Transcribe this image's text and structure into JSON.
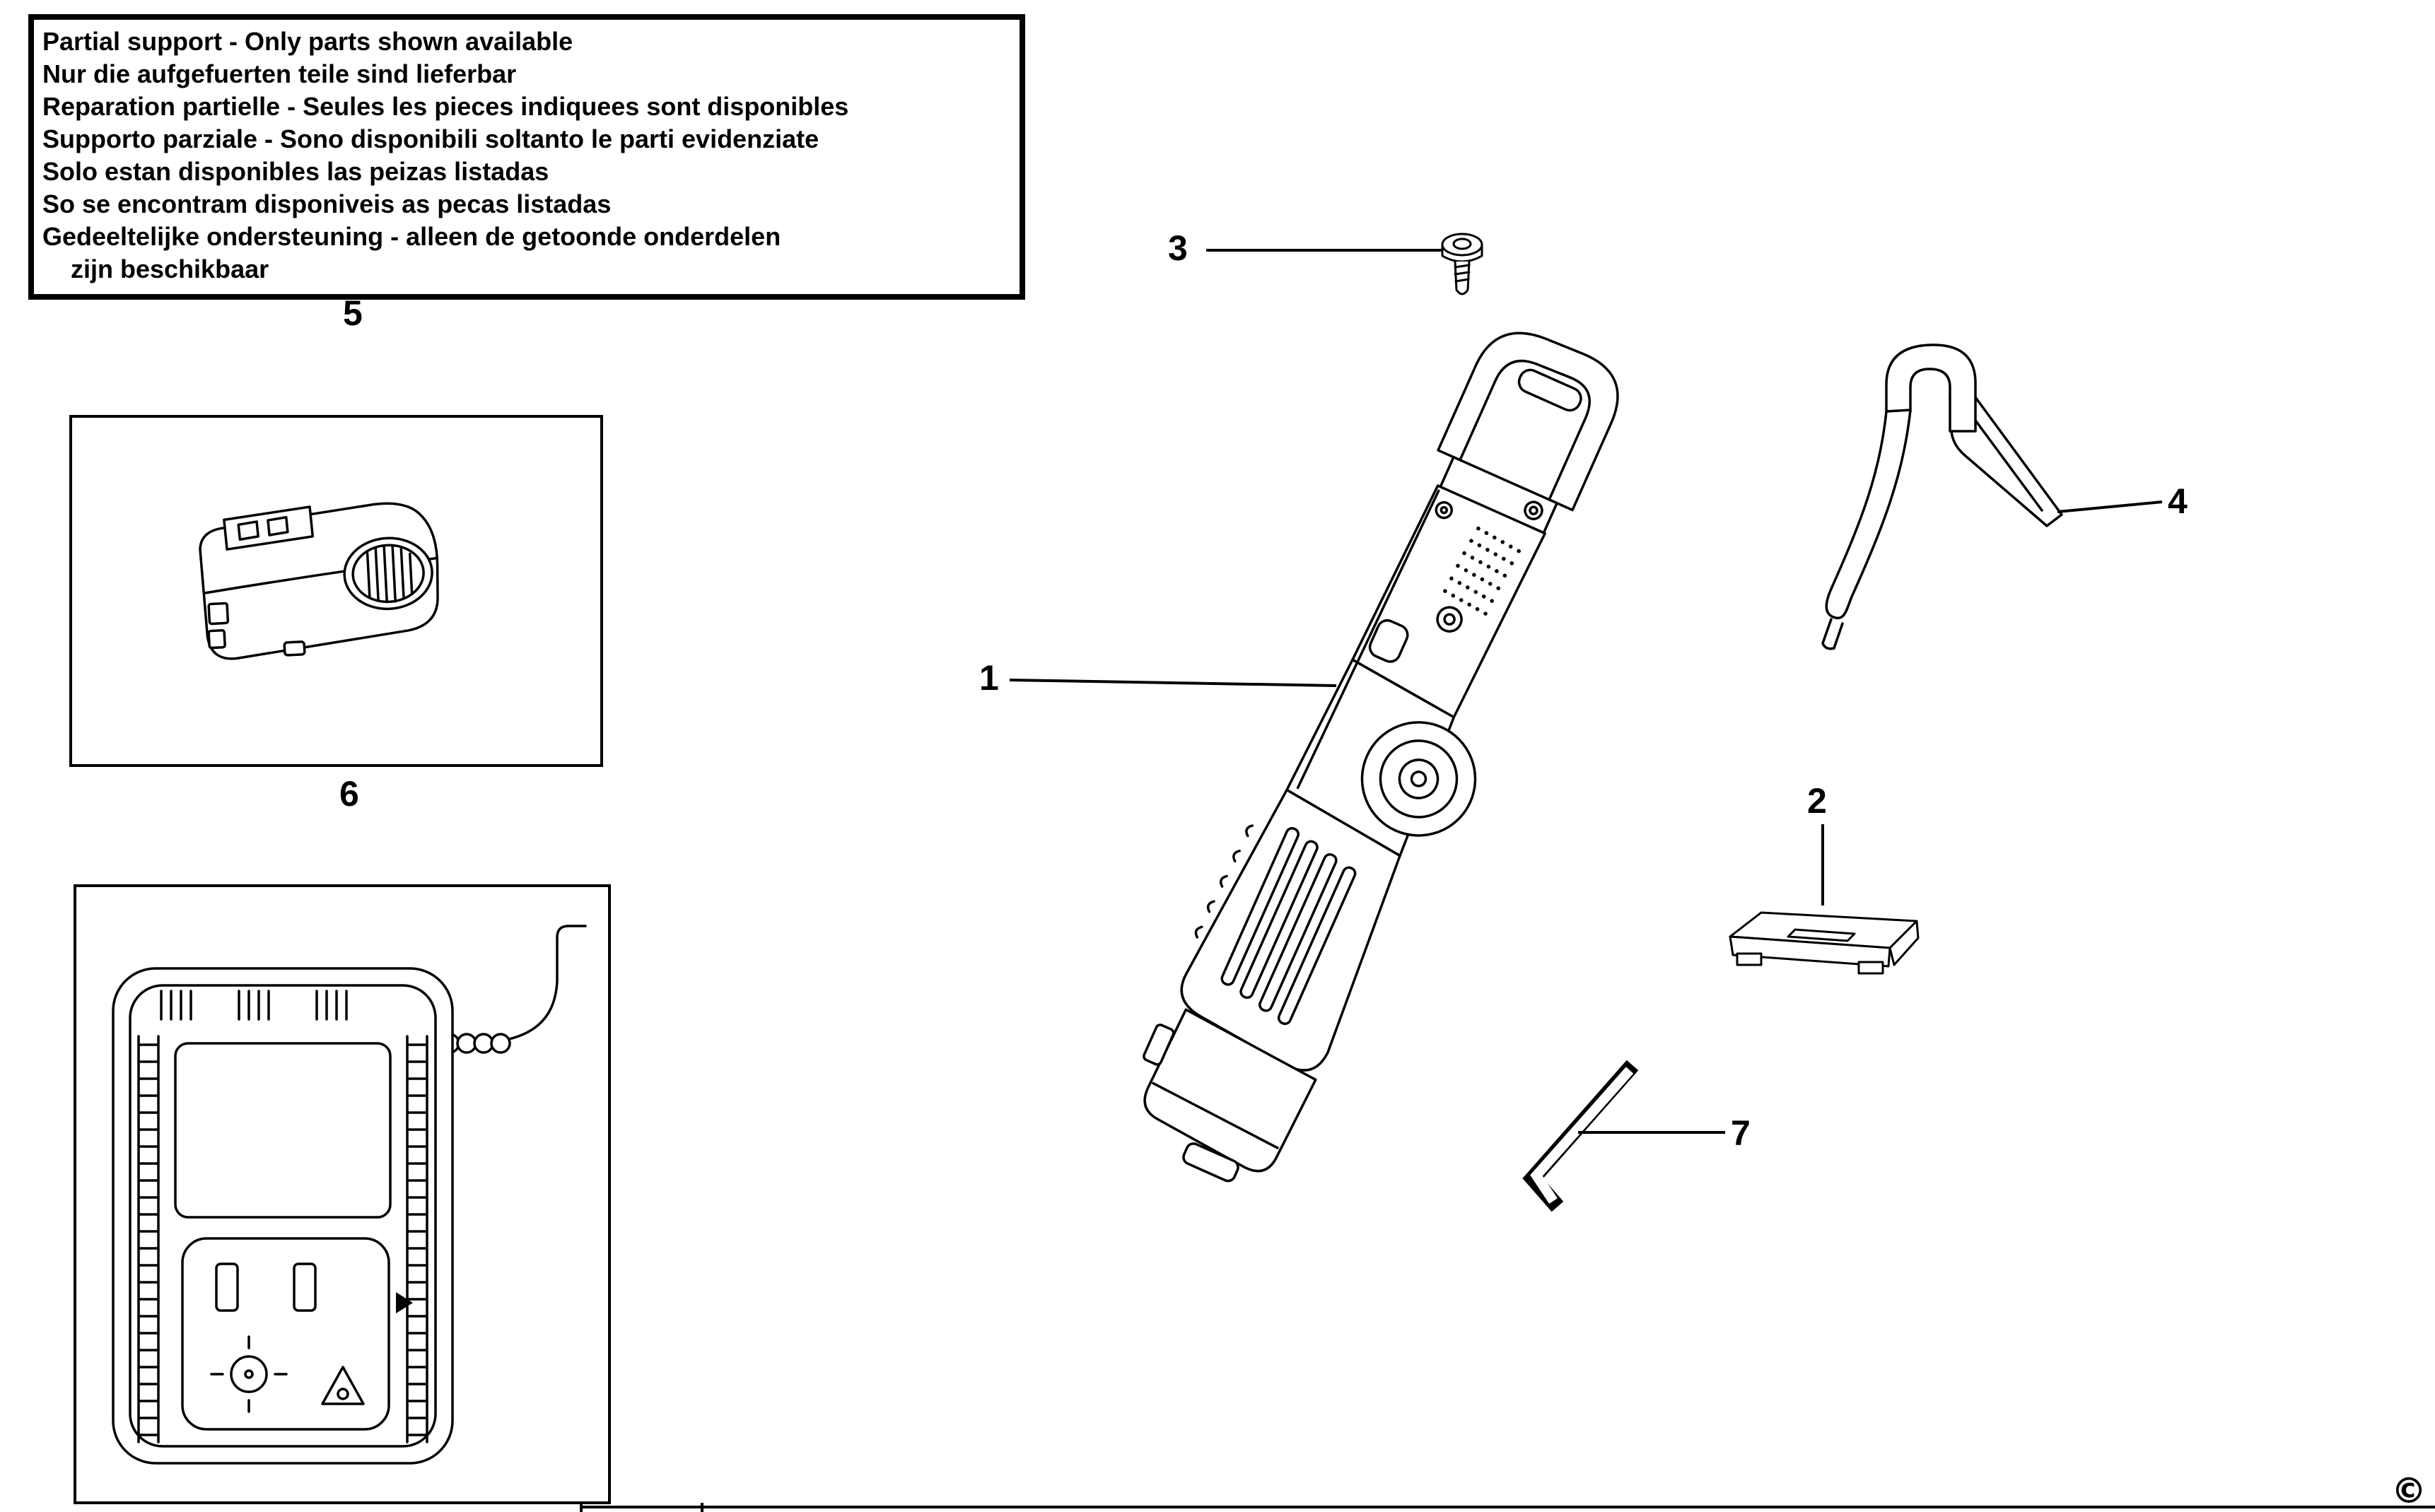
{
  "page": {
    "copyright": "©"
  },
  "notice": {
    "lines": [
      "Partial support - Only parts shown available",
      "Nur die aufgefuerten teile sind lieferbar",
      "Reparation partielle - Seules les pieces indiquees sont disponibles",
      "Supporto parziale - Sono disponibili soltanto le parti evidenziate",
      "Solo estan disponibles las peizas listadas",
      "So se encontram disponiveis as pecas listadas",
      "Gedeeltelijke ondersteuning - alleen de getoonde onderdelen",
      "    zijn beschikbaar"
    ]
  },
  "callouts": {
    "part1": "1",
    "part2": "2",
    "part3": "3",
    "part4": "4",
    "part5": "5",
    "part6": "6",
    "part7": "7"
  },
  "figures": {
    "tool": "reciprocating-saw-figure",
    "battery": "battery-pack-figure",
    "charger": "charger-figure",
    "guard": "guard-bracket-figure",
    "screw": "screw-figure",
    "shoe_plate": "shoe-plate-figure",
    "hex_key": "hex-key-figure"
  },
  "colors": {
    "ink": "#000000",
    "paper": "#ffffff"
  }
}
